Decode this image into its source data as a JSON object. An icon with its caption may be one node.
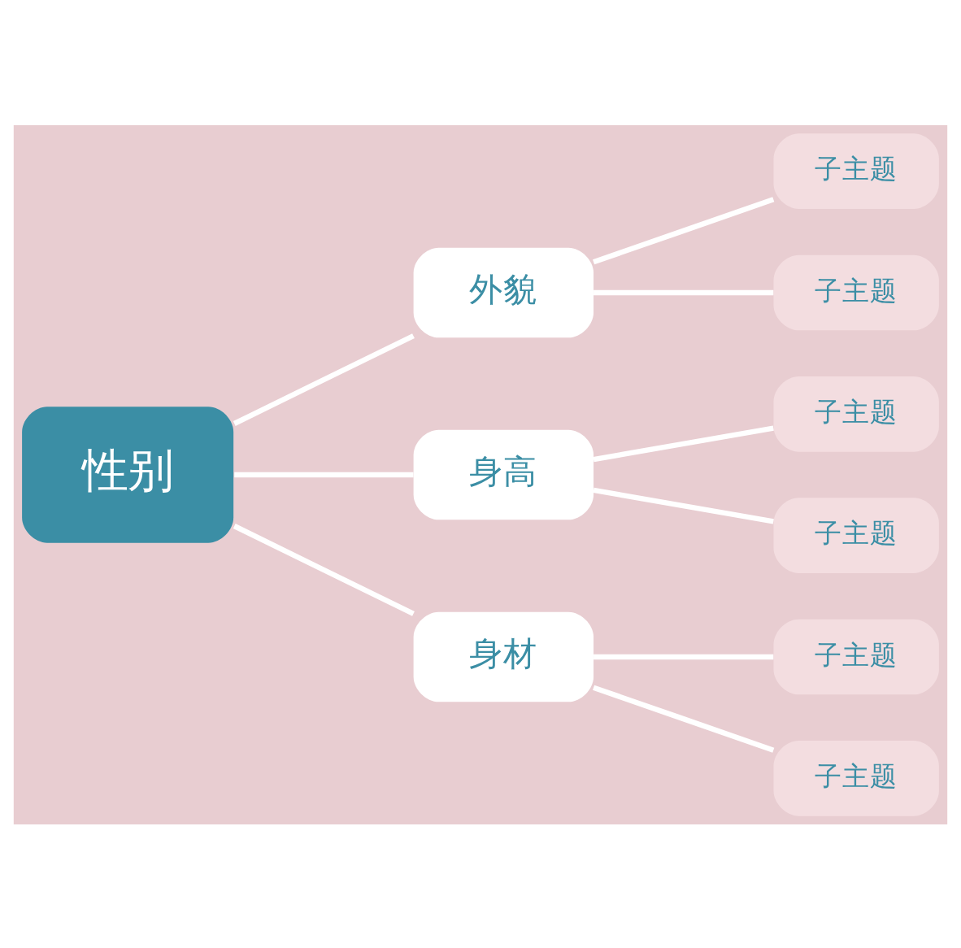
{
  "diagram": {
    "nodes": [
      {
        "text": [
          "性别"
        ]
      },
      {
        "text": [
          "外貌"
        ]
      },
      {
        "text": [
          "身高"
        ]
      },
      {
        "text": [
          "身材"
        ]
      },
      {
        "text": [
          "子主题"
        ]
      },
      {
        "text": [
          "子主题"
        ]
      },
      {
        "text": [
          "子主题"
        ]
      },
      {
        "text": [
          "子主题"
        ]
      },
      {
        "text": [
          "子主题"
        ]
      },
      {
        "text": [
          "子主题"
        ]
      }
    ],
    "edges": [
      {
        "from": 0,
        "to": 1,
        "arrow": "none"
      },
      {
        "from": 0,
        "to": 2,
        "arrow": "none"
      },
      {
        "from": 0,
        "to": 3,
        "arrow": "none"
      },
      {
        "from": 1,
        "to": 4,
        "arrow": "none"
      },
      {
        "from": 1,
        "to": 5,
        "arrow": "none"
      },
      {
        "from": 2,
        "to": 6,
        "arrow": "none"
      },
      {
        "from": 2,
        "to": 7,
        "arrow": "none"
      },
      {
        "from": 3,
        "to": 8,
        "arrow": "none"
      },
      {
        "from": 3,
        "to": 9,
        "arrow": "none"
      }
    ]
  }
}
